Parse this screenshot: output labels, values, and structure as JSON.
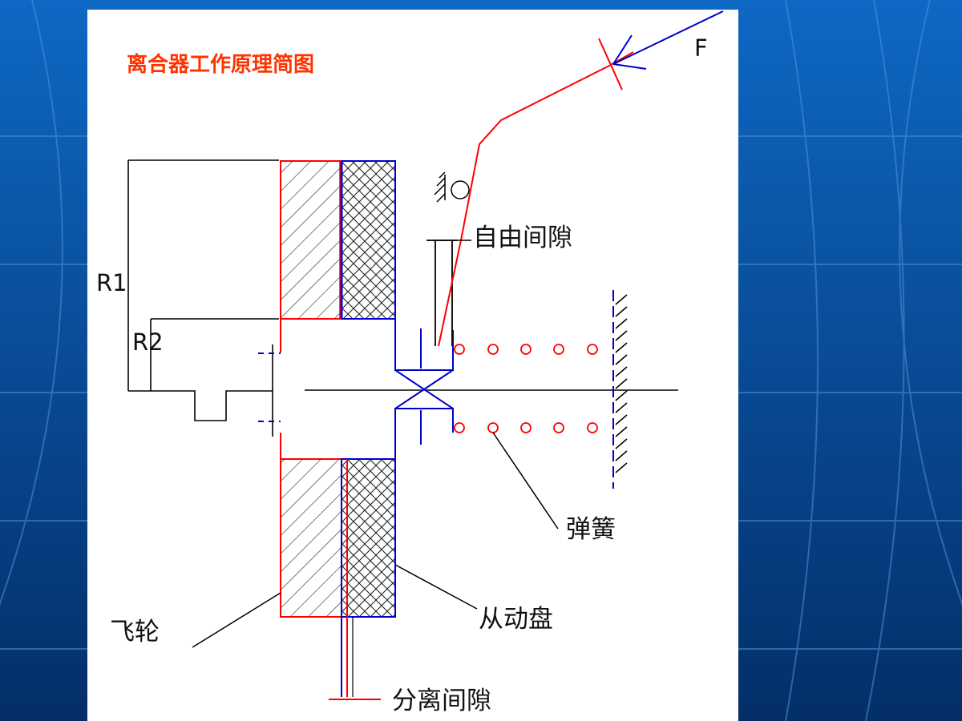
{
  "title": "离合器工作原理简图",
  "labels": {
    "force": "F",
    "r1": "R1",
    "r2": "R2",
    "free_gap": "自由间隙",
    "spring": "弹簧",
    "driven_disc": "从动盘",
    "flywheel": "飞轮",
    "release_gap": "分离间隙"
  },
  "colors": {
    "slide_background": "#0a4f95",
    "title": "#ff3300",
    "flywheel": "#ff0000",
    "driven_disc": "#0000cc",
    "pedal_lever": "#ff0000",
    "force_arrow": "#0000cc",
    "spring_coils": "#ff0000"
  }
}
